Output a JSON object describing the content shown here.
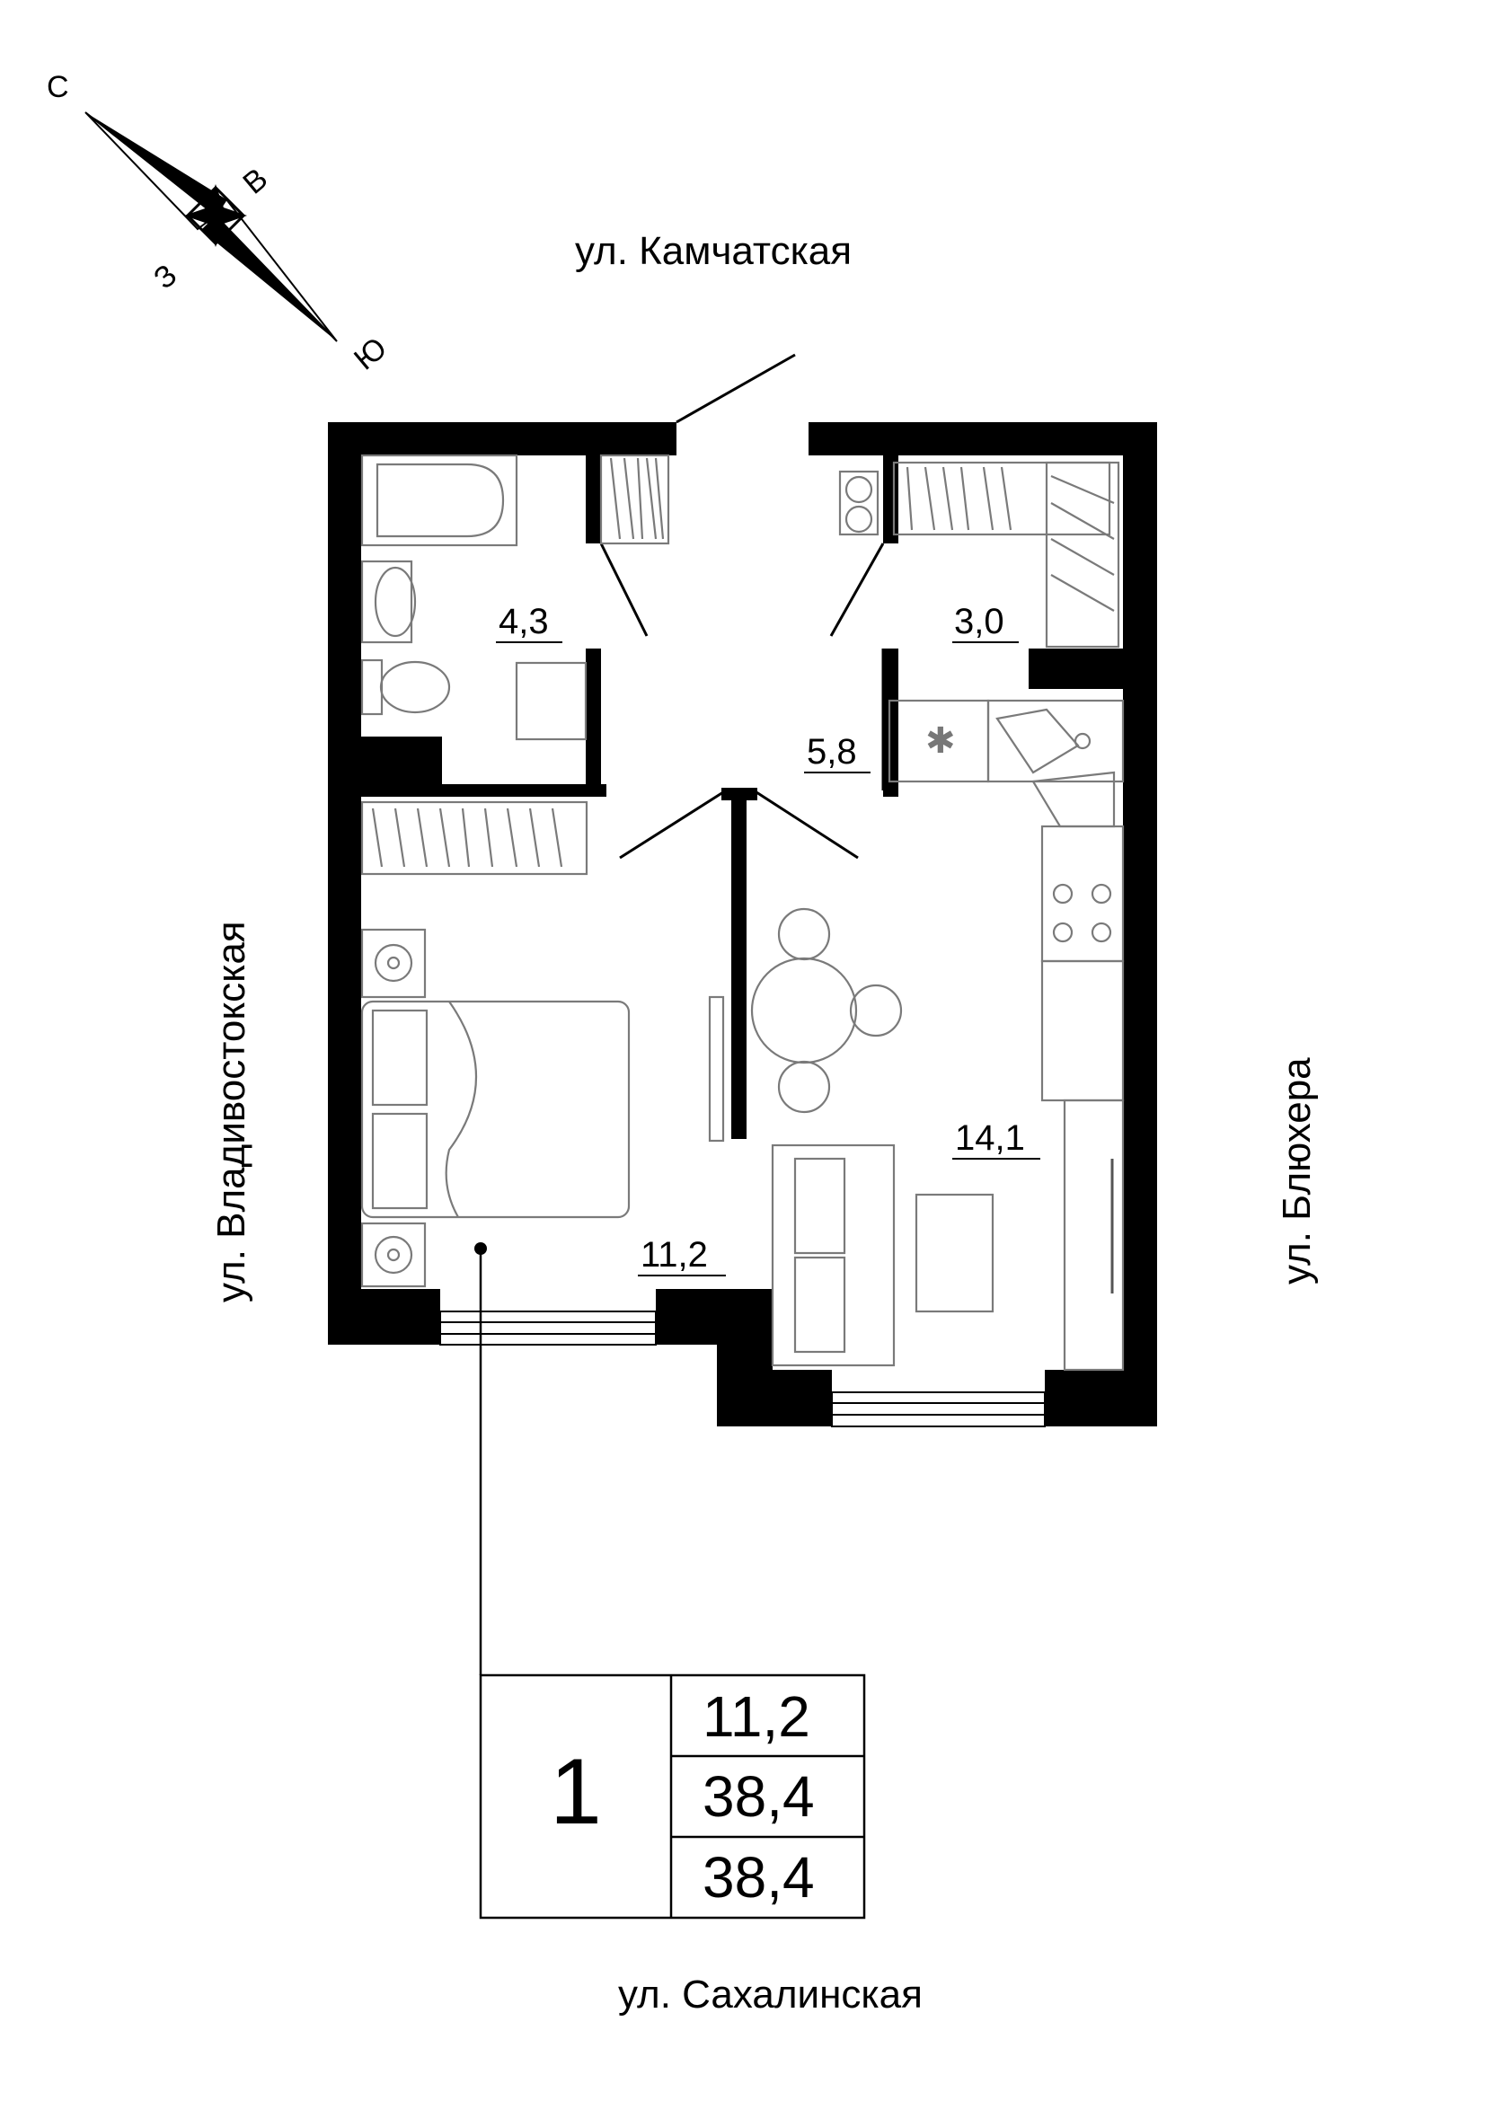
{
  "streets": {
    "north": "ул. Камчатская",
    "south": "ул. Сахалинская",
    "west": "ул. Владивостокская",
    "east": "ул. Блюхера"
  },
  "compass": {
    "north": "С",
    "east": "В",
    "south": "Ю",
    "west": "З",
    "icon": "compass-rose-icon"
  },
  "rooms": [
    {
      "id": "bathroom",
      "area": "4,3"
    },
    {
      "id": "storage",
      "area": "3,0"
    },
    {
      "id": "hallway",
      "area": "5,8"
    },
    {
      "id": "kitchen-living",
      "area": "14,1"
    },
    {
      "id": "bedroom",
      "area": "11,2"
    }
  ],
  "summary": {
    "rooms_count": "1",
    "living_area": "11,2",
    "total_area": "38,4",
    "total_area_with_balcony": "38,4"
  },
  "colors": {
    "walls": "#000000",
    "furniture": "#7a7a7a"
  }
}
